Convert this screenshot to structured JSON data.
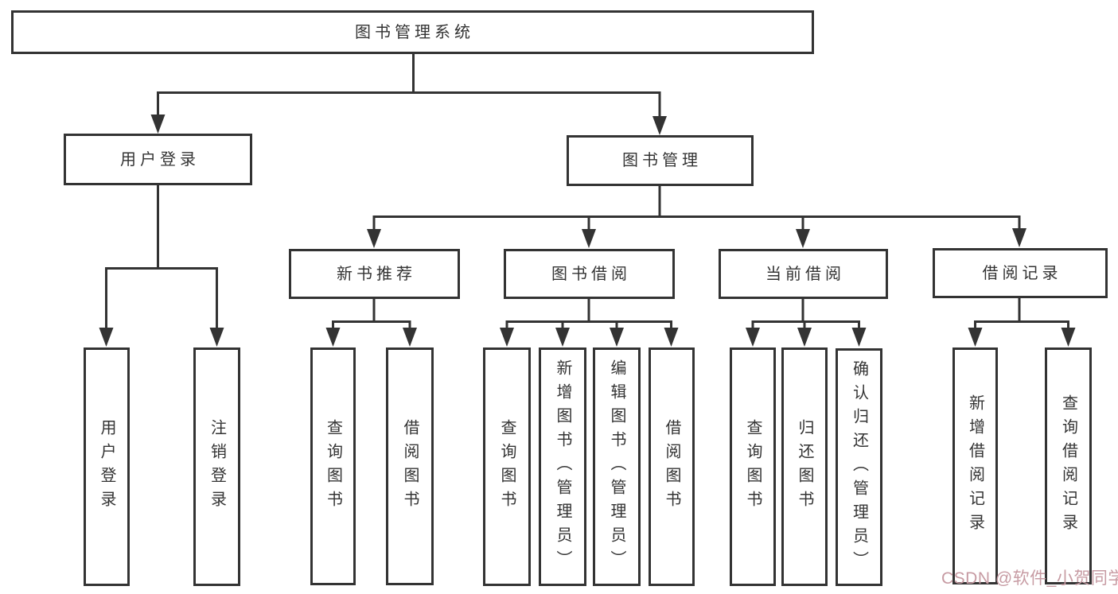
{
  "nodes": {
    "root": "图书管理系统",
    "user_login": "用户登录",
    "book_mgmt": "图书管理",
    "new_book_rec": "新书推荐",
    "book_borrow": "图书借阅",
    "current_borrow": "当前借阅",
    "borrow_record": "借阅记录",
    "user_login_leaf": "用户登录",
    "logout_leaf": "注销登录",
    "nb_query_book": "查询图书",
    "nb_borrow_book": "借阅图书",
    "bb_query_book": "查询图书",
    "bb_add_book": "新增图书（管理员）",
    "bb_edit_book": "编辑图书（管理员）",
    "bb_borrow_book": "借阅图书",
    "cb_query_book": "查询图书",
    "cb_return_book": "归还图书",
    "cb_confirm_return": "确认归还（管理员）",
    "br_add_record": "新增借阅记录",
    "br_query_record": "查询借阅记录"
  },
  "tree": {
    "图书管理系统": {
      "用户登录": [
        "用户登录",
        "注销登录"
      ],
      "图书管理": {
        "新书推荐": [
          "查询图书",
          "借阅图书"
        ],
        "图书借阅": [
          "查询图书",
          "新增图书（管理员）",
          "编辑图书（管理员）",
          "借阅图书"
        ],
        "当前借阅": [
          "查询图书",
          "归还图书",
          "确认归还（管理员）"
        ],
        "借阅记录": [
          "新增借阅记录",
          "查询借阅记录"
        ]
      }
    }
  },
  "watermark": "CSDN @软件_小贺同学",
  "colors": {
    "line": "#333333",
    "box_border": "#333333",
    "text": "#333333",
    "watermark": "#c79ba3",
    "background": "#ffffff"
  }
}
